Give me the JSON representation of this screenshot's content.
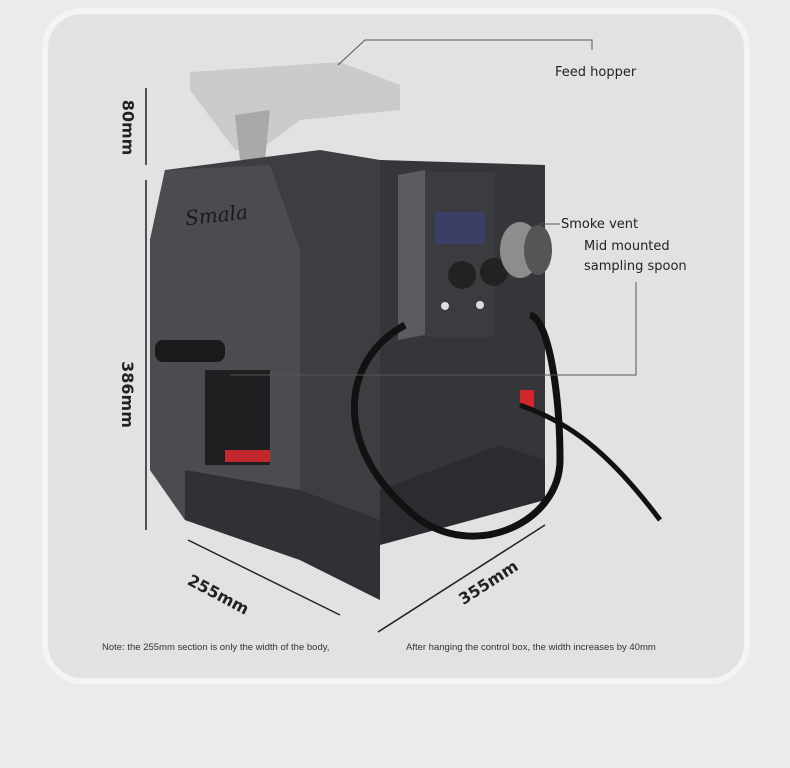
{
  "labels": {
    "feed_hopper": "Feed hopper",
    "smoke_vent": "Smoke vent",
    "sampling_spoon_line1": "Mid mounted",
    "sampling_spoon_line2": "sampling spoon"
  },
  "dimensions": {
    "hopper_height": "80mm",
    "body_height": "386mm",
    "width": "255mm",
    "depth": "355mm"
  },
  "brand_logo": "Smala",
  "notes": {
    "left": "Note: the 255mm section is only the width of the body,",
    "right": "After hanging the control box, the width increases by 40mm"
  }
}
